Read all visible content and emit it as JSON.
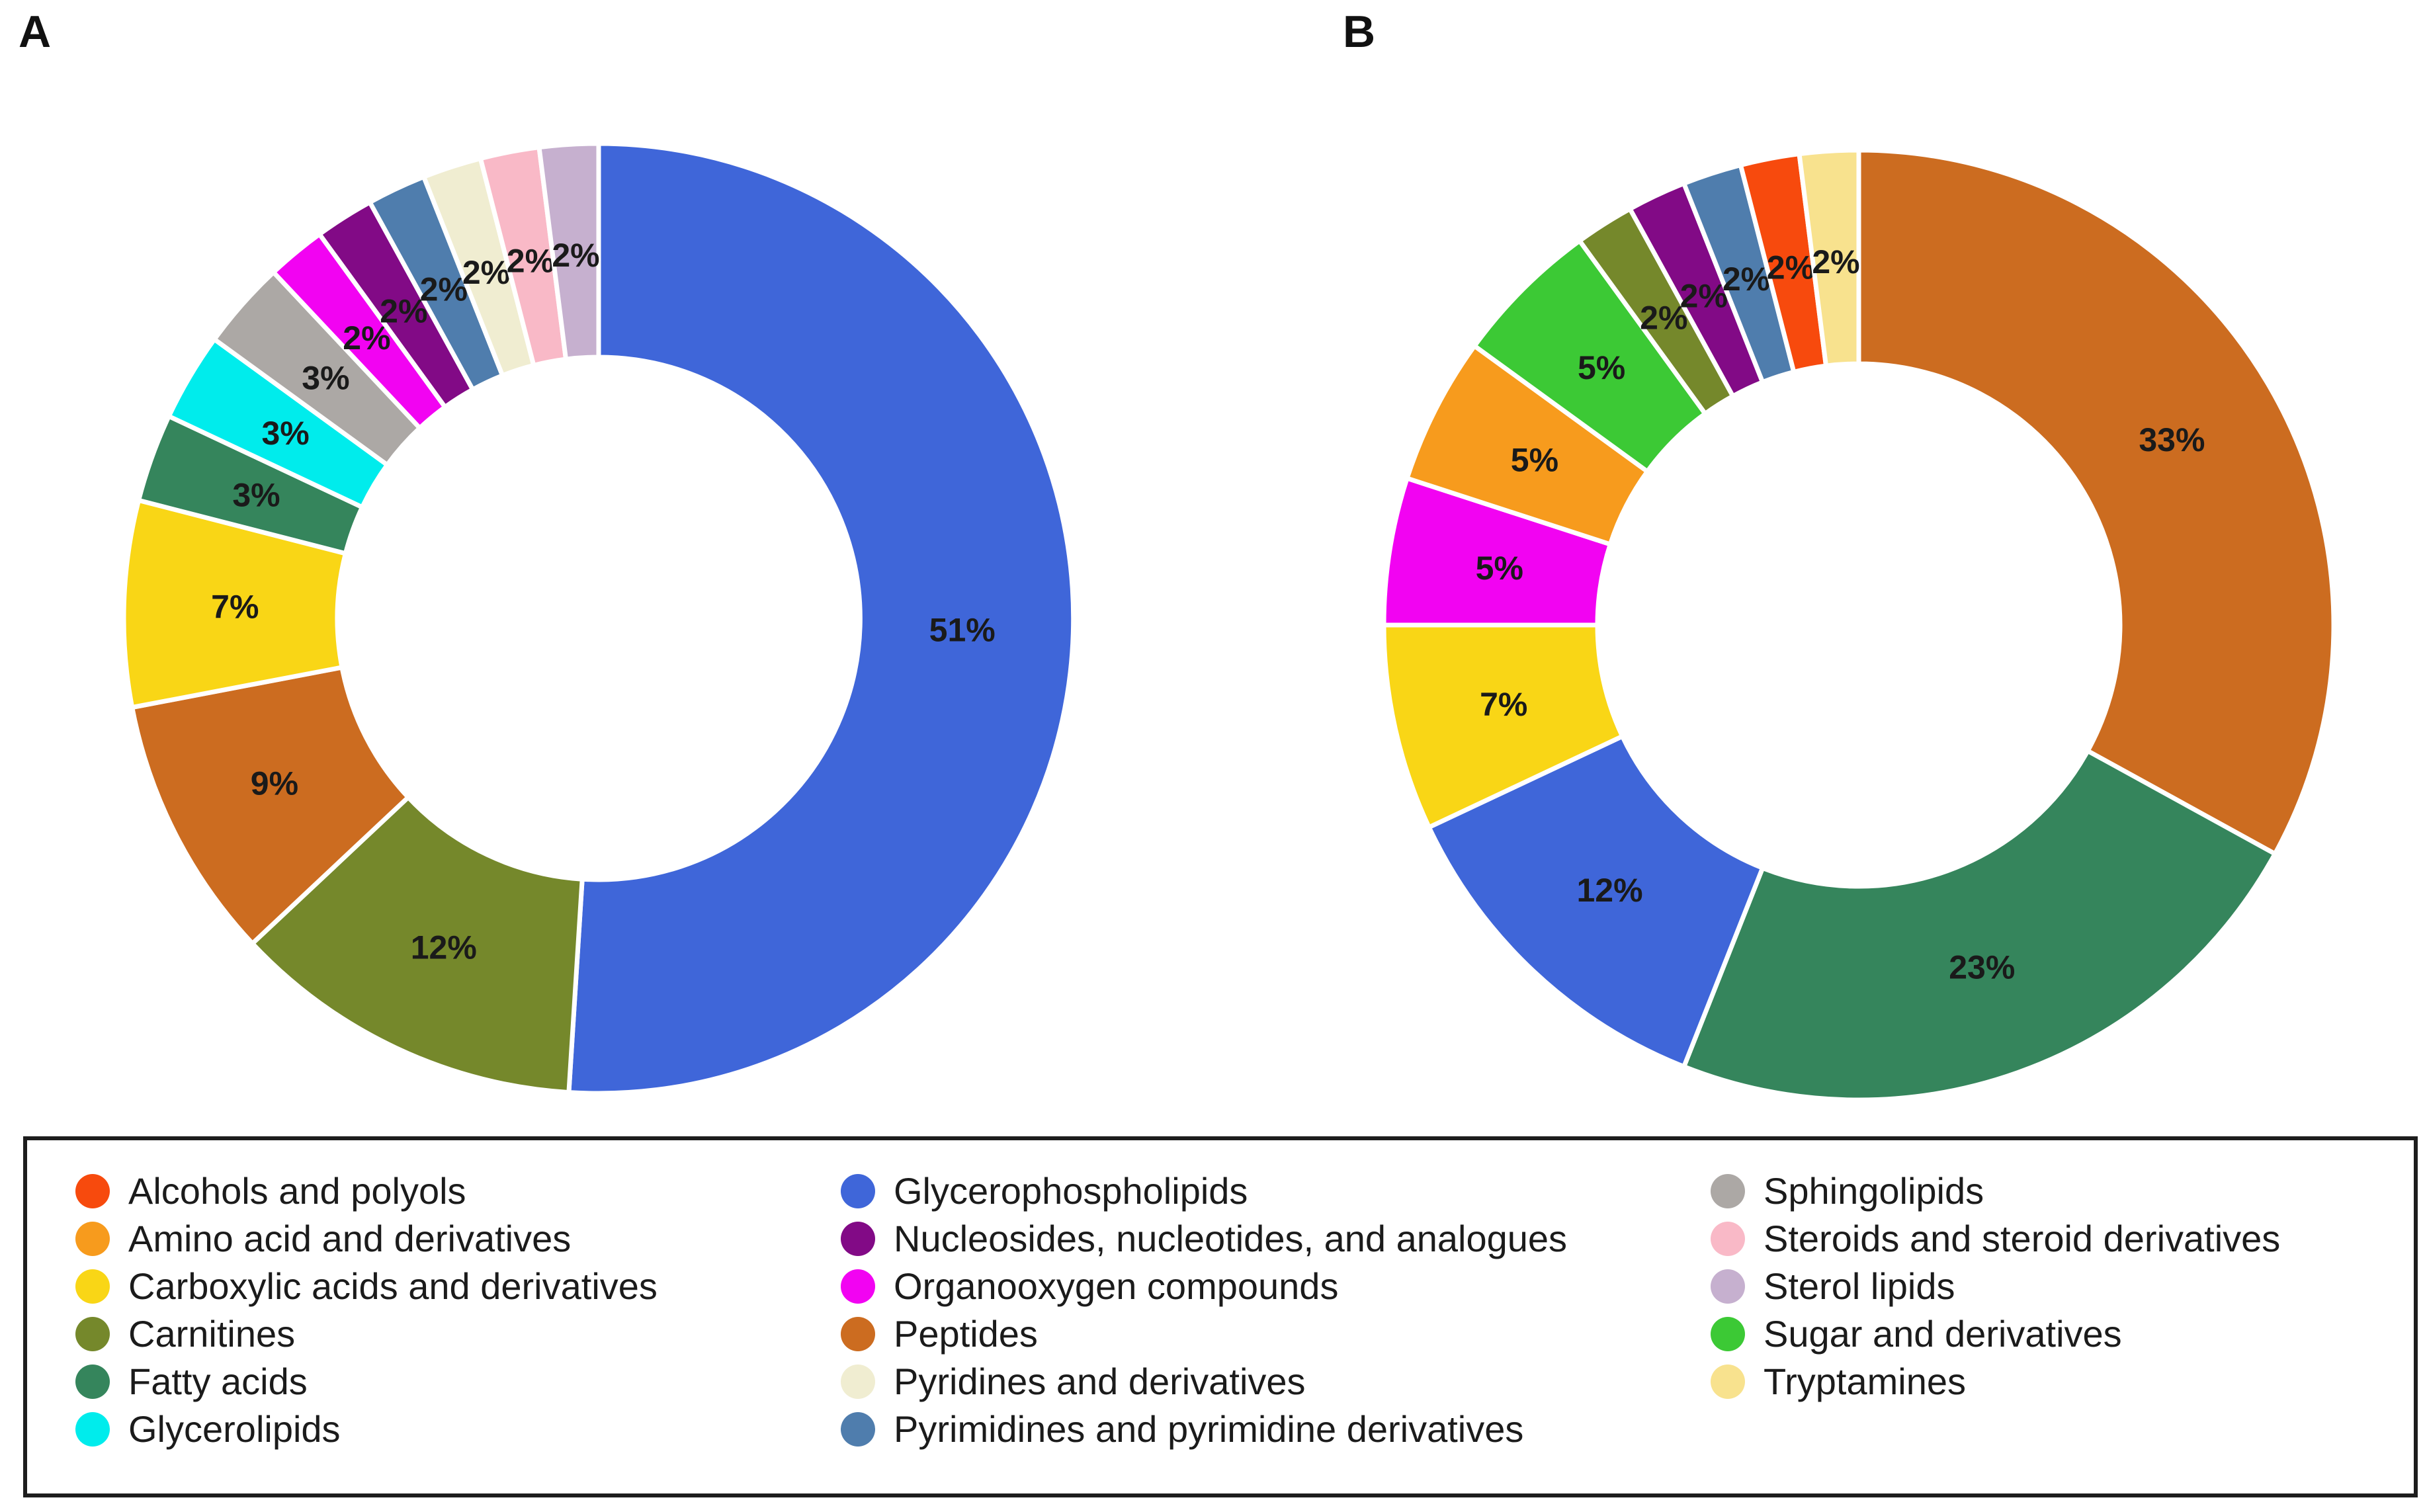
{
  "panels": {
    "a": {
      "label": "A"
    },
    "b": {
      "label": "B"
    }
  },
  "colors": {
    "Alcohols and polyols": "#F74A0D",
    "Amino acid and derivatives": "#F79B1D",
    "Carboxylic acids and derivatives": "#F9D616",
    "Carnitines": "#75882B",
    "Fatty acids": "#35855C",
    "Glycerolipids": "#00ECEC",
    "Glycerophospholipids": "#3F66D9",
    "Nucleosides, nucleotides, and analogues": "#820A86",
    "Organooxygen compounds": "#F203F2",
    "Peptides": "#CC6C20",
    "Pyridines and derivatives": "#F0EDD1",
    "Pyrimidines and pyrimidine derivatives": "#4F7DAD",
    "Sphingolipids": "#ACA8A5",
    "Steroids and steroid derivatives": "#F9B9C7",
    "Sterol lipids": "#C6B0CF",
    "Sugar and derivatives": "#3CC935",
    "Tryptamines": "#F8E28E"
  },
  "chart_data": [
    {
      "type": "pie",
      "subtype": "donut",
      "panel": "A",
      "start_angle_deg": 0,
      "direction": "clockwise",
      "unit": "%",
      "legend_position": "bottom",
      "categories": [
        "Glycerophospholipids",
        "Carnitines",
        "Peptides",
        "Carboxylic acids and derivatives",
        "Fatty acids",
        "Glycerolipids",
        "Sphingolipids",
        "Organooxygen compounds",
        "Nucleosides, nucleotides, and analogues",
        "Pyrimidines and pyrimidine derivatives",
        "Pyridines and derivatives",
        "Steroids and steroid derivatives",
        "Sterol lipids"
      ],
      "values": [
        51,
        12,
        9,
        7,
        3,
        3,
        3,
        2,
        2,
        2,
        2,
        2,
        2
      ],
      "labels": [
        "51%",
        "12%",
        "9%",
        "7%",
        "3%",
        "3%",
        "3%",
        "2%",
        "2%",
        "2%",
        "2%",
        "2%",
        "2%"
      ]
    },
    {
      "type": "pie",
      "subtype": "donut",
      "panel": "B",
      "start_angle_deg": 0,
      "direction": "clockwise",
      "unit": "%",
      "legend_position": "bottom",
      "categories": [
        "Peptides",
        "Fatty acids",
        "Glycerophospholipids",
        "Carboxylic acids and derivatives",
        "Organooxygen compounds",
        "Amino acid and derivatives",
        "Sugar and derivatives",
        "Carnitines",
        "Nucleosides, nucleotides, and analogues",
        "Pyrimidines and pyrimidine derivatives",
        "Alcohols and polyols",
        "Tryptamines"
      ],
      "values": [
        33,
        23,
        12,
        7,
        5,
        5,
        5,
        2,
        2,
        2,
        2,
        2
      ],
      "labels": [
        "33%",
        "23%",
        "12%",
        "7%",
        "5%",
        "5%",
        "5%",
        "2%",
        "2%",
        "2%",
        "2%",
        "2%"
      ]
    }
  ],
  "legend": {
    "columns": [
      [
        "Alcohols and polyols",
        "Amino acid and derivatives",
        "Carboxylic acids and derivatives",
        "Carnitines",
        "Fatty acids",
        "Glycerolipids"
      ],
      [
        "Glycerophospholipids",
        "Nucleosides, nucleotides, and analogues",
        "Organooxygen compounds",
        "Peptides",
        "Pyridines and derivatives",
        "Pyrimidines and pyrimidine derivatives"
      ],
      [
        "Sphingolipids",
        "Steroids and steroid derivatives",
        "Sterol lipids",
        "Sugar and derivatives",
        "Tryptamines"
      ]
    ]
  }
}
